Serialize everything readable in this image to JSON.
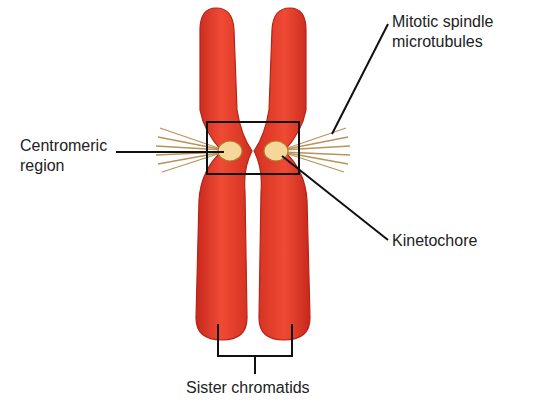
{
  "diagram": {
    "labels": [
      "Mitotic spindle microtubules",
      "Centromeric region",
      "Kinetochore",
      "Sister chromatids"
    ]
  }
}
